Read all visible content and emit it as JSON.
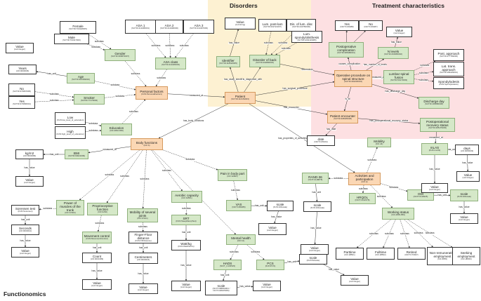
{
  "regions": {
    "disorders": {
      "title": "Disorders",
      "color": "#fdf1d2"
    },
    "treatment": {
      "title": "Treatment characteristics",
      "color": "#fde0e2"
    },
    "functionomics": {
      "title": "Functionomics",
      "color": "#ffffff"
    }
  },
  "nodes": {
    "female": {
      "label": "Female",
      "code": "(SCTID:703118005)"
    },
    "male": {
      "label": "Male",
      "code": "(SCTID:703117000)"
    },
    "asa1": {
      "label": "ASA 1",
      "code": "(SCTID:413495001)"
    },
    "asa2": {
      "label": "ASA 2",
      "code": "(SCTID:413496000)"
    },
    "asa3": {
      "label": "ASA 3",
      "code": "(SCTID:413497009)"
    },
    "value_top": {
      "label": "Value",
      "code": "(xsd:string)"
    },
    "lum_post_lam": {
      "label": "Lum. post-lam",
      "code": "(SCTID:202721007)"
    },
    "dis_lum_disc": {
      "label": "Dis. of lum. disc",
      "code": "(SCTID:443750006)"
    },
    "lum_spondylolisthesis": {
      "label": "Lum. spondylolisthesis",
      "code": "(SCTID:1292119005)"
    },
    "yes_tr": {
      "label": "Yes",
      "code": "(NCIT:C49488)"
    },
    "no_tr": {
      "label": "No",
      "code": "(NCIT:C49487)"
    },
    "value_int_tr": {
      "label": "Value",
      "code": "(xsd:integer)"
    },
    "value_age": {
      "label": "Value",
      "code": "(xsd:integer)"
    },
    "gender": {
      "label": "Gender",
      "code": "(SCTID:365873007)"
    },
    "asa_class": {
      "label": "ASA class",
      "code": "(SCTID:413445003)"
    },
    "identifier": {
      "label": "Identifier",
      "code": "(SCTID:118522005)"
    },
    "disorder_back": {
      "label": "Disorder of back",
      "code": "(SCTID:202806003)"
    },
    "postop_comp": {
      "label": "Postoperative complication",
      "code": "(SCTID:385486001)"
    },
    "n_levels": {
      "label": "N levels",
      "code": "(SCTID:263965002)"
    },
    "post_approach": {
      "label": "Post. approach",
      "code": "(SCTID:277769006)"
    },
    "lat_trans": {
      "label": "Lat. trans. approach",
      "code": "(SCTID:184229001)"
    },
    "years": {
      "label": "Years",
      "code": "(UO:0000036)"
    },
    "age": {
      "label": "Age",
      "code": "(SCTID:397669002)"
    },
    "no_sm": {
      "label": "No",
      "code": "(SCTID:373067005)"
    },
    "smoker": {
      "label": "Smoker",
      "code": "(SCTID:77176002)"
    },
    "yes_sm": {
      "label": "Yes",
      "code": "(SCTID:373066001)"
    },
    "personal": {
      "label": "Personal factors",
      "code": "(FUN:PersonalFactors)"
    },
    "patient": {
      "label": "Patient",
      "code": "(SCTID:116154003)"
    },
    "operative": {
      "label": "Operative procedure on spinal structure",
      "code": "(SCTID:392236004)"
    },
    "lumbar_fusion": {
      "label": "Lumbar spinal fusion",
      "code": "(SCTID:50173003)"
    },
    "spondylodesis": {
      "label": "Spondylodesis",
      "code": "(FUN:Spondylodesis)"
    },
    "discharge": {
      "label": "Discharge day",
      "code": "(SCTID:183680008)"
    },
    "low": {
      "label": "Low",
      "code": "(FUN:low_level_of_education)"
    },
    "high": {
      "label": "High",
      "code": "(FUN:high_level_of_education)"
    },
    "education": {
      "label": "Education",
      "code": "(ICF:d810-839)"
    },
    "patient_enc": {
      "label": "Patient encounter",
      "code": "(SCTID:308335008)"
    },
    "postop_recovery": {
      "label": "Postoperational recovery status",
      "code": "(SCTID:405179009)"
    },
    "date": {
      "label": "date",
      "code": "(NCIT:C25164)"
    },
    "mobility": {
      "label": "Mobility",
      "code": "(ICF:d4)"
    },
    "mlas": {
      "label": "mLAS",
      "code": "(FUN:mLAS)"
    },
    "days": {
      "label": "days",
      "code": "(UO:0000033)"
    },
    "kgm2": {
      "label": "kg/m2",
      "code": "(UO:0000086)"
    },
    "bmi": {
      "label": "BMI",
      "code": "(SCTID:60621009)"
    },
    "body_functions": {
      "label": "Body functions",
      "code": "(ICF:b)"
    },
    "value_kgm2": {
      "label": "Value",
      "code": "(xsd:integer)"
    },
    "pain": {
      "label": "Pain in body part",
      "code": "(ICF:b2801)"
    },
    "activities": {
      "label": "Activities and participation",
      "code": "(ICF:d)"
    },
    "value_days": {
      "label": "Value",
      "code": "(xsd:integer)"
    },
    "sorensen": {
      "label": "Sorensen test",
      "code": "(FUN:Sorensen)"
    },
    "power_muscles": {
      "label": "Power of muscles of the trunk",
      "code": "(ICF:b7303)"
    },
    "proprioceptive": {
      "label": "Proprioceptive function",
      "code": "(ICF:b260)"
    },
    "mobility_joints": {
      "label": "Mobility of several joints",
      "code": "(ICF:b7101)"
    },
    "aerobic": {
      "label": "Aerobic capacity",
      "code": "(ICF:b4551)"
    },
    "vas": {
      "label": "VAS",
      "code": "(NCIT:C88286)"
    },
    "scale_vas": {
      "label": "scale",
      "code": "(FUN:100scale)"
    },
    "rand36": {
      "label": "RAND-36",
      "code": "(NCIT:C118878)"
    },
    "hrqol": {
      "label": "HRQOL",
      "code": "(NCIT:C142378)"
    },
    "odi": {
      "label": "ODI",
      "code": "(NCIT:C118325)"
    },
    "scale_odi": {
      "label": "scale",
      "code": "(FUN:100scale)"
    },
    "value_odi": {
      "label": "Value",
      "code": "(xsd:integer)"
    },
    "value_mlas": {
      "label": "Value",
      "code": "(xsd:integer)"
    },
    "seconds": {
      "label": "Seconds",
      "code": "(UO:0000010)"
    },
    "movement_ctrl": {
      "label": "Movement control",
      "code": "(FUN:MovementControl)"
    },
    "finger_floor": {
      "label": "Finger-Floor distance",
      "code": "(FUN:FFDistance)"
    },
    "srt": {
      "label": "SRT",
      "code": "(FUN:SteepRampTest)"
    },
    "value_vas": {
      "label": "Value",
      "code": "(xsd:integer)"
    },
    "scale_rand": {
      "label": "scale",
      "code": "(FUN:100scale)"
    },
    "working_status": {
      "label": "Working status",
      "code": "(ICF:d845-859)"
    },
    "value_sec": {
      "label": "Value",
      "code": "(xsd:integer)"
    },
    "count": {
      "label": "Count",
      "code": "(UO:0000189)"
    },
    "centimeters": {
      "label": "Centimeters",
      "code": "(UO:0000015)"
    },
    "wattkg": {
      "label": "Watt/kg",
      "code": "(FUN:WattPerKG)"
    },
    "mental": {
      "label": "Mental health",
      "code": "(ICF:b1)"
    },
    "value_rand": {
      "label": "Value",
      "code": "(xsd:integer)"
    },
    "hads": {
      "label": "HADS",
      "code": "(NCIT_C103523)"
    },
    "pcs": {
      "label": "PCS",
      "code": "(FUN:PCS)"
    },
    "scale_pcs": {
      "label": "scale",
      "code": "(FUN:52scale)"
    },
    "value_pcs": {
      "label": "Value",
      "code": "(xsd:integer)"
    },
    "scale_hads": {
      "label": "scale",
      "code": "(NCIT:C98804004 / NCIT:C48105006)"
    },
    "parttime": {
      "label": "Parttime",
      "code": "(ICF:d8501)"
    },
    "fulltime": {
      "label": "Fulltime",
      "code": "(ICF:d8502)"
    },
    "retired": {
      "label": "Retired",
      "code": "(NCIT:C70927)"
    },
    "non_rem": {
      "label": "Non-remunerative employment",
      "code": "(ICF:d855)"
    },
    "seeking": {
      "label": "Seeking employment",
      "code": "(ICF:d8450)"
    },
    "value_count": {
      "label": "Value",
      "code": "(xsd:integer)"
    },
    "value_cm": {
      "label": "Value",
      "code": "(xsd:integer)"
    },
    "value_watt": {
      "label": "Value",
      "code": "(xsd:integer)"
    },
    "value_hads": {
      "label": "Value",
      "code": "(xsd:integer)"
    }
  },
  "edges": [
    {
      "from": "female",
      "to": "gender",
      "label": "subclass"
    },
    {
      "from": "male",
      "to": "gender",
      "label": "subclass"
    },
    {
      "from": "asa1",
      "to": "asa_class",
      "label": "subclass"
    },
    {
      "from": "asa2",
      "to": "asa_class",
      "label": "subclass"
    },
    {
      "from": "asa3",
      "to": "asa_class",
      "label": "subclass"
    },
    {
      "from": "identifier",
      "to": "value_top",
      "label": "has_value"
    },
    {
      "from": "lum_post_lam",
      "to": "disorder_back",
      "label": "subclass"
    },
    {
      "from": "dis_lum_disc",
      "to": "disorder_back",
      "label": "subclass"
    },
    {
      "from": "lum_spondylolisthesis",
      "to": "disorder_back",
      "label": "subclass"
    },
    {
      "from": "postop_comp",
      "to": "yes_tr",
      "label": ""
    },
    {
      "from": "postop_comp",
      "to": "no_tr",
      "label": ""
    },
    {
      "from": "n_levels",
      "to": "value_int_tr",
      "label": "has_value"
    },
    {
      "from": "gender",
      "to": "personal",
      "label": "subclass"
    },
    {
      "from": "asa_class",
      "to": "personal",
      "label": "subclass"
    },
    {
      "from": "age",
      "to": "years",
      "label": "has_unit"
    },
    {
      "from": "age",
      "to": "personal",
      "label": "subclass"
    },
    {
      "from": "no_sm",
      "to": "smoker",
      "label": "subclass"
    },
    {
      "from": "yes_sm",
      "to": "smoker",
      "label": "subclass"
    },
    {
      "from": "smoker",
      "to": "personal",
      "label": "subclass"
    },
    {
      "from": "low",
      "to": "education",
      "label": "subclass"
    },
    {
      "from": "high",
      "to": "education",
      "label": "subclass"
    },
    {
      "from": "education",
      "to": "personal",
      "label": "subclass"
    },
    {
      "from": "personal",
      "to": "patient",
      "label": "measured_at"
    },
    {
      "from": "patient",
      "to": "identifier",
      "label": "has_study_identifier"
    },
    {
      "from": "patient",
      "to": "disorder_back",
      "label": "is_diagnosed_with"
    },
    {
      "from": "patient",
      "to": "operative",
      "label": "has_surgical_procedure"
    },
    {
      "from": "patient",
      "to": "patient_enc",
      "label": "has_encounter"
    },
    {
      "from": "patient",
      "to": "body_functions",
      "label": "has_body_functions"
    },
    {
      "from": "patient",
      "to": "activities",
      "label": "has_properties_of_activities_and_participation"
    },
    {
      "from": "disorder_back",
      "to": "operative",
      "label": "determines"
    },
    {
      "from": "operative",
      "to": "postop_comp",
      "label": "causes_complication"
    },
    {
      "from": "operative",
      "to": "n_levels",
      "label": "has_number_of_levels"
    },
    {
      "from": "operative",
      "to": "lumbar_fusion",
      "label": "measured_at"
    },
    {
      "from": "lumbar_fusion",
      "to": "post_approach",
      "label": "subclass"
    },
    {
      "from": "lumbar_fusion",
      "to": "lat_trans",
      "label": "subclass"
    },
    {
      "from": "lumbar_fusion",
      "to": "spondylodesis",
      "label": "subclass"
    },
    {
      "from": "operative",
      "to": "discharge",
      "label": "has_discharge_day"
    },
    {
      "from": "operative",
      "to": "patient_enc",
      "label": "is_at"
    },
    {
      "from": "patient_enc",
      "to": "postop_recovery",
      "label": "has_postoperational_recovery_status"
    },
    {
      "from": "patient_enc",
      "to": "date",
      "label": "has_date"
    },
    {
      "from": "postop_recovery",
      "to": "mlas",
      "label": "measured_at"
    },
    {
      "from": "mlas",
      "to": "days",
      "label": "has_unit"
    },
    {
      "from": "days",
      "to": "value_days",
      "label": "has_value"
    },
    {
      "from": "mlas",
      "to": "value_mlas",
      "label": "has_value"
    },
    {
      "from": "body_functions",
      "to": "bmi",
      "label": "measured_at"
    },
    {
      "from": "bmi",
      "to": "kgm2",
      "label": "has_unit"
    },
    {
      "from": "kgm2",
      "to": "value_kgm2",
      "label": "has_value"
    },
    {
      "from": "body_functions",
      "to": "pain",
      "label": "subclass"
    },
    {
      "from": "body_functions",
      "to": "power_muscles",
      "label": "subclass"
    },
    {
      "from": "body_functions",
      "to": "proprioceptive",
      "label": "subclass"
    },
    {
      "from": "body_functions",
      "to": "mobility_joints",
      "label": "subclass"
    },
    {
      "from": "body_functions",
      "to": "aerobic",
      "label": "subclass"
    },
    {
      "from": "body_functions",
      "to": "mental",
      "label": "subclass"
    },
    {
      "from": "power_muscles",
      "to": "sorensen",
      "label": "subclass"
    },
    {
      "from": "sorensen",
      "to": "seconds",
      "label": "has_unit"
    },
    {
      "from": "seconds",
      "to": "value_sec",
      "label": "has_value"
    },
    {
      "from": "proprioceptive",
      "to": "movement_ctrl",
      "label": "subclass"
    },
    {
      "from": "movement_ctrl",
      "to": "count",
      "label": "has_unit"
    },
    {
      "from": "count",
      "to": "value_count",
      "label": "has_value"
    },
    {
      "from": "mobility_joints",
      "to": "finger_floor",
      "label": "subclass"
    },
    {
      "from": "finger_floor",
      "to": "centimeters",
      "label": "has_unit"
    },
    {
      "from": "centimeters",
      "to": "value_cm",
      "label": "has_value"
    },
    {
      "from": "aerobic",
      "to": "srt",
      "label": "subclass"
    },
    {
      "from": "srt",
      "to": "wattkg",
      "label": "has_unit"
    },
    {
      "from": "wattkg",
      "to": "value_watt",
      "label": "has_value"
    },
    {
      "from": "pain",
      "to": "vas",
      "label": "subclass"
    },
    {
      "from": "vas",
      "to": "scale_vas",
      "label": "has_unit"
    },
    {
      "from": "scale_vas",
      "to": "value_vas",
      "label": "has_value"
    },
    {
      "from": "mental",
      "to": "hads",
      "label": "subclass"
    },
    {
      "from": "mental",
      "to": "pcs",
      "label": "subclass"
    },
    {
      "from": "hads",
      "to": "scale_hads",
      "label": "has_unit"
    },
    {
      "from": "scale_hads",
      "to": "value_hads",
      "label": "has_value"
    },
    {
      "from": "pcs",
      "to": "scale_pcs",
      "label": "has_unit"
    },
    {
      "from": "scale_pcs",
      "to": "value_pcs",
      "label": "has_value"
    },
    {
      "from": "activities",
      "to": "mobility",
      "label": "subclass"
    },
    {
      "from": "activities",
      "to": "rand36",
      "label": "subclass"
    },
    {
      "from": "activities",
      "to": "hrqol",
      "label": "subclass"
    },
    {
      "from": "activities",
      "to": "odi",
      "label": "subclass"
    },
    {
      "from": "activities",
      "to": "working_status",
      "label": "subclass"
    },
    {
      "from": "rand36",
      "to": "scale_rand",
      "label": "has_unit"
    },
    {
      "from": "scale_rand",
      "to": "value_rand",
      "label": "has_value"
    },
    {
      "from": "odi",
      "to": "scale_odi",
      "label": "has_unit"
    },
    {
      "from": "scale_odi",
      "to": "value_odi",
      "label": "has_value"
    },
    {
      "from": "working_status",
      "to": "parttime",
      "label": "subclass"
    },
    {
      "from": "working_status",
      "to": "fulltime",
      "label": "subclass"
    },
    {
      "from": "working_status",
      "to": "retired",
      "label": "subclass"
    },
    {
      "from": "working_status",
      "to": "non_rem",
      "label": "subclass"
    },
    {
      "from": "working_status",
      "to": "seeking",
      "label": "subclass"
    }
  ]
}
